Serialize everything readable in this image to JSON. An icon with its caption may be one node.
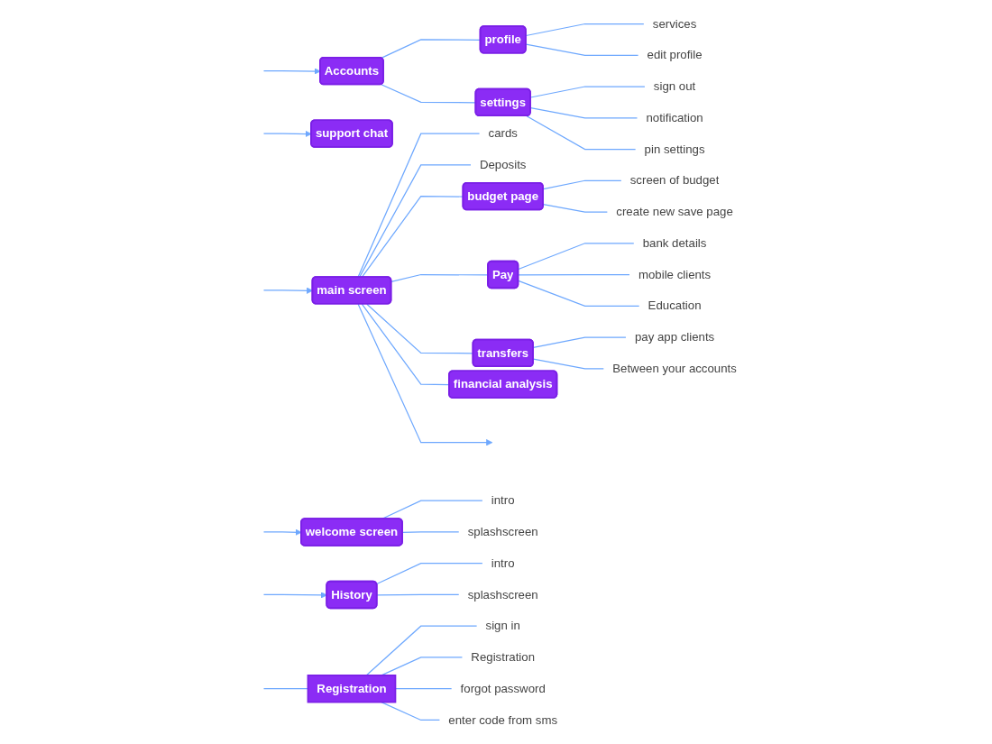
{
  "diagram": {
    "nodes": [
      {
        "text": [
          "Accounts"
        ]
      },
      {
        "text": [
          "support chat"
        ]
      },
      {
        "text": [
          "main screen"
        ]
      },
      {
        "text": [
          "welcome screen"
        ]
      },
      {
        "text": [
          "History"
        ]
      },
      {
        "text": [
          "Registration"
        ]
      },
      {
        "text": [
          "profile"
        ]
      },
      {
        "text": [
          "services"
        ]
      },
      {
        "text": [
          "edit profile"
        ]
      },
      {
        "text": [
          "settings"
        ]
      },
      {
        "text": [
          "sign out"
        ]
      },
      {
        "text": [
          "notification"
        ]
      },
      {
        "text": [
          "pin settings"
        ]
      },
      {
        "text": [
          "cards"
        ]
      },
      {
        "text": [
          "Deposits"
        ]
      },
      {
        "text": [
          "budget page"
        ]
      },
      {
        "text": [
          "screen of budget"
        ]
      },
      {
        "text": [
          "create new save page"
        ]
      },
      {
        "text": [
          "Pay"
        ]
      },
      {
        "text": [
          "bank details"
        ]
      },
      {
        "text": [
          "mobile clients"
        ]
      },
      {
        "text": [
          "Education"
        ]
      },
      {
        "text": [
          "transfers"
        ]
      },
      {
        "text": [
          "pay app clients"
        ]
      },
      {
        "text": [
          "Between your accounts"
        ]
      },
      {
        "text": [
          "financial analysis"
        ]
      },
      {
        "text": [
          "intro"
        ]
      },
      {
        "text": [
          "splashscreen"
        ]
      },
      {
        "text": [
          "intro"
        ]
      },
      {
        "text": [
          "splashscreen"
        ]
      },
      {
        "text": [
          "sign in"
        ]
      },
      {
        "text": [
          "Registration"
        ]
      },
      {
        "text": [
          "forgot password"
        ]
      },
      {
        "text": [
          "enter code from sms"
        ]
      }
    ],
    "edges": [
      {
        "from": null,
        "to": 0,
        "arrow": "to"
      },
      {
        "from": null,
        "to": 1,
        "arrow": "to"
      },
      {
        "from": null,
        "to": 2,
        "arrow": "to"
      },
      {
        "from": null,
        "to": 3,
        "arrow": "to"
      },
      {
        "from": null,
        "to": 4,
        "arrow": "to"
      },
      {
        "from": null,
        "to": 5,
        "arrow": "none"
      },
      {
        "from": 0,
        "to": 6,
        "arrow": "none"
      },
      {
        "from": 6,
        "to": 7,
        "arrow": "none"
      },
      {
        "from": 6,
        "to": 8,
        "arrow": "none"
      },
      {
        "from": 0,
        "to": 9,
        "arrow": "none"
      },
      {
        "from": 9,
        "to": 10,
        "arrow": "none"
      },
      {
        "from": 9,
        "to": 11,
        "arrow": "none"
      },
      {
        "from": 9,
        "to": 12,
        "arrow": "none"
      },
      {
        "from": 2,
        "to": 13,
        "arrow": "none"
      },
      {
        "from": 2,
        "to": 14,
        "arrow": "none"
      },
      {
        "from": 2,
        "to": 15,
        "arrow": "none"
      },
      {
        "from": 15,
        "to": 16,
        "arrow": "none"
      },
      {
        "from": 15,
        "to": 17,
        "arrow": "none"
      },
      {
        "from": 2,
        "to": 18,
        "arrow": "none"
      },
      {
        "from": 18,
        "to": 19,
        "arrow": "none"
      },
      {
        "from": 18,
        "to": 20,
        "arrow": "none"
      },
      {
        "from": 18,
        "to": 21,
        "arrow": "none"
      },
      {
        "from": 2,
        "to": 22,
        "arrow": "none"
      },
      {
        "from": 22,
        "to": 23,
        "arrow": "none"
      },
      {
        "from": 22,
        "to": 24,
        "arrow": "none"
      },
      {
        "from": 2,
        "to": 25,
        "arrow": "none"
      },
      {
        "from": 2,
        "to": null,
        "arrow": "to"
      },
      {
        "from": 3,
        "to": 26,
        "arrow": "none"
      },
      {
        "from": 3,
        "to": 27,
        "arrow": "none"
      },
      {
        "from": 4,
        "to": 28,
        "arrow": "none"
      },
      {
        "from": 4,
        "to": 29,
        "arrow": "none"
      },
      {
        "from": 5,
        "to": 30,
        "arrow": "none"
      },
      {
        "from": 5,
        "to": 31,
        "arrow": "none"
      },
      {
        "from": 5,
        "to": 32,
        "arrow": "none"
      },
      {
        "from": 5,
        "to": 33,
        "arrow": "none"
      }
    ]
  }
}
